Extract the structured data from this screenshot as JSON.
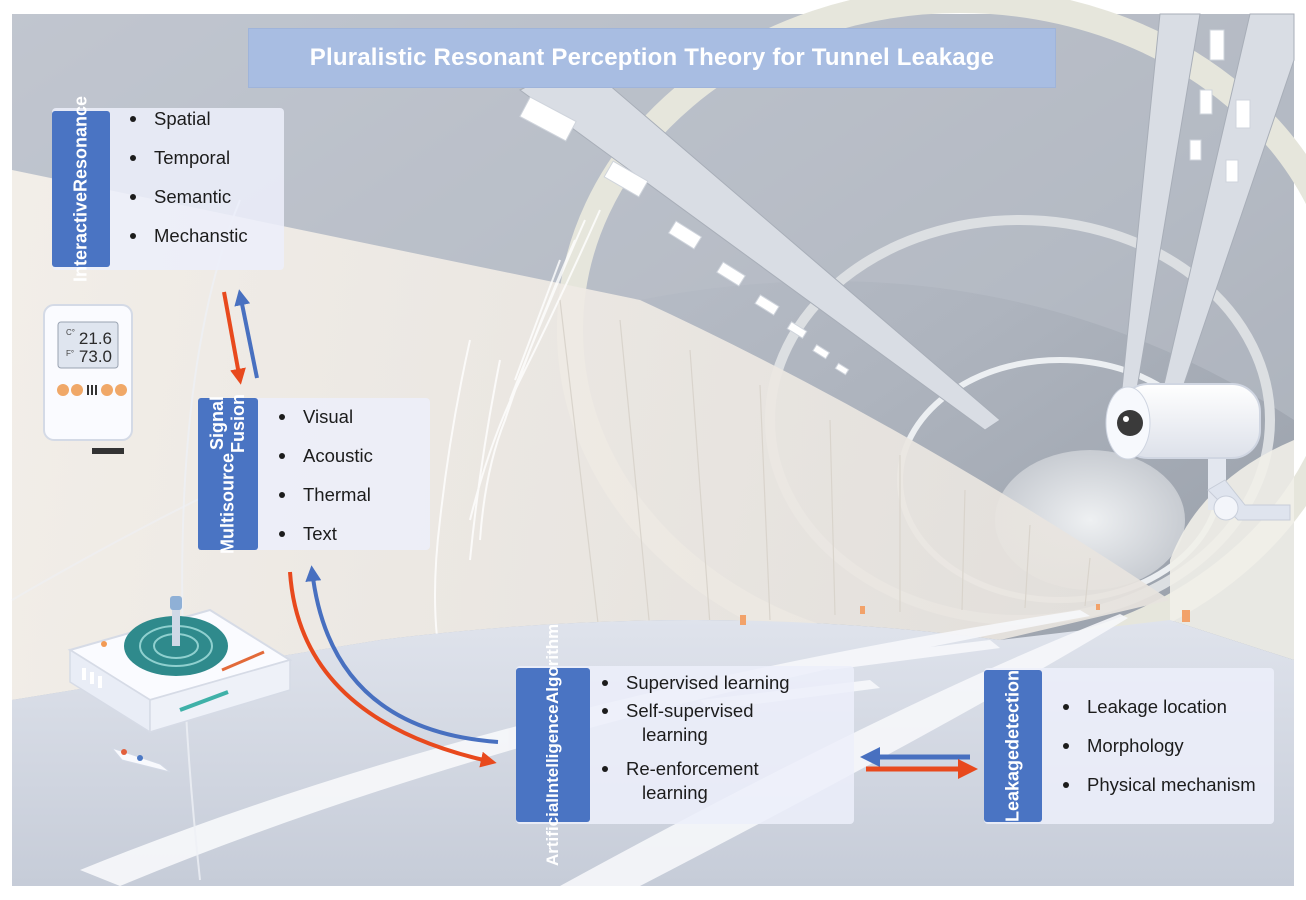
{
  "title": "Pluralistic Resonant Perception Theory for Tunnel Leakage",
  "colors": {
    "label_blue": "#4a74c3",
    "title_blue": "#a8bde2",
    "arrow_red": "#e8491d",
    "arrow_blue": "#4870c0"
  },
  "sensor_display": {
    "value1": "21.6",
    "value2": "73.0",
    "prefix1": "C°",
    "prefix2": "F°"
  },
  "boxes": {
    "interactive_resonance": {
      "label_line1": "Interactive",
      "label_line2": "Resonance",
      "items": [
        "Spatial",
        "Temporal",
        "Semantic",
        "Mechanstic"
      ]
    },
    "multisource_signal_fusion": {
      "label_line1": "Multisource",
      "label_line2": "Signal Fusion",
      "items": [
        "Visual",
        "Acoustic",
        "Thermal",
        "Text"
      ]
    },
    "artificial_intelligence_algorithm": {
      "label_line1": "Artificial",
      "label_line2": "Intelligence",
      "label_line3": "Algorithm",
      "items": [
        {
          "line1": "Supervised learning",
          "line2": ""
        },
        {
          "line1": "Self-supervised",
          "line2": "learning"
        },
        {
          "line1": "Re-enforcement",
          "line2": "learning"
        }
      ]
    },
    "leakage_detection": {
      "label_line1": "Leakage",
      "label_line2": "detection",
      "items": [
        "Leakage location",
        "Morphology",
        "Physical mechanism"
      ]
    }
  }
}
